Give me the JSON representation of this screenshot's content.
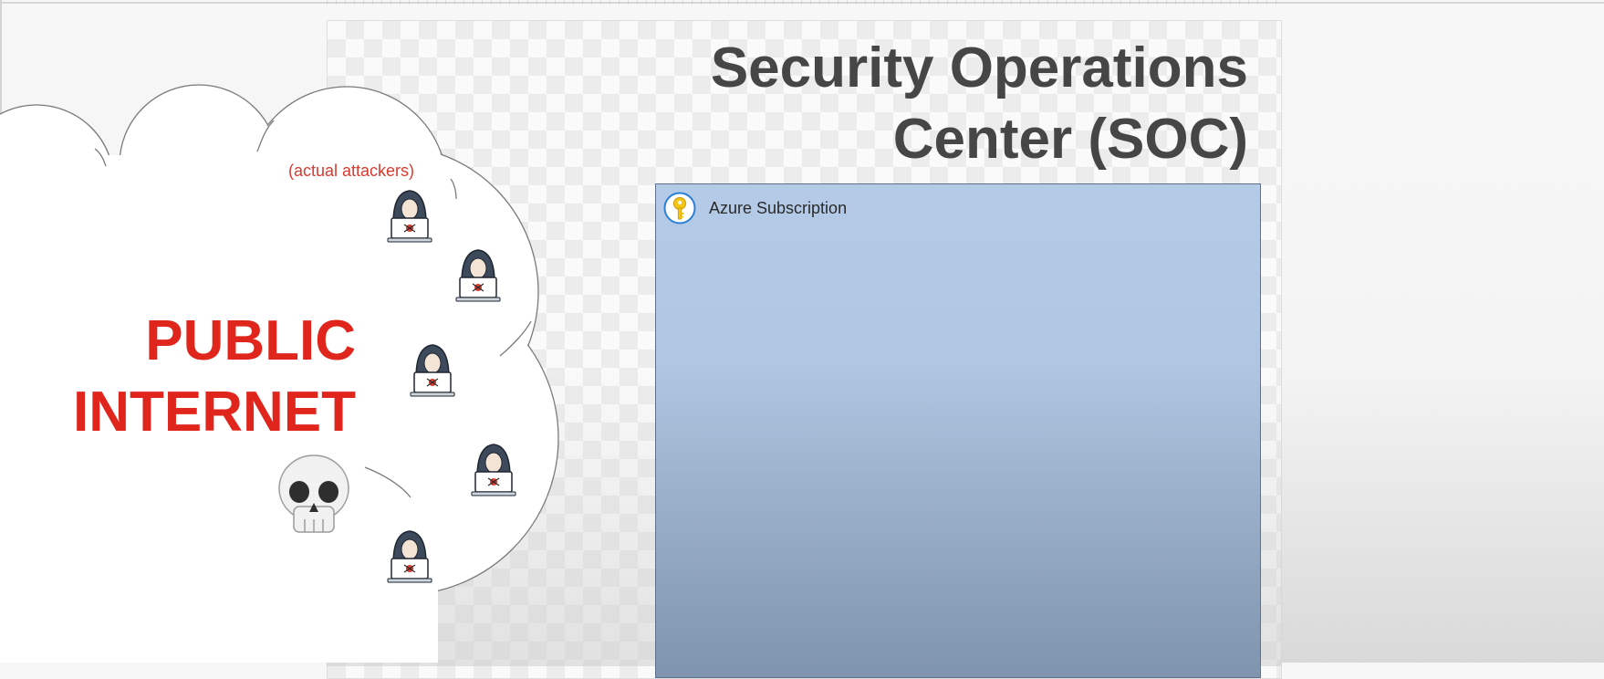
{
  "diagram": {
    "title": "Security Operations\nCenter (SOC)",
    "azure_box": {
      "label": "Azure Subscription",
      "icon": "key-icon"
    },
    "cloud": {
      "label": "PUBLIC\nINTERNET",
      "sublabel": "(actual attackers)",
      "icon": "skull-icon",
      "attacker_icon": "hacker-icon",
      "attacker_count": 5
    },
    "colors": {
      "title": "#464646",
      "cloud_label": "#e0261c",
      "attackers_label": "#d83a2f",
      "azure_fill": "#b4cbe8"
    }
  }
}
